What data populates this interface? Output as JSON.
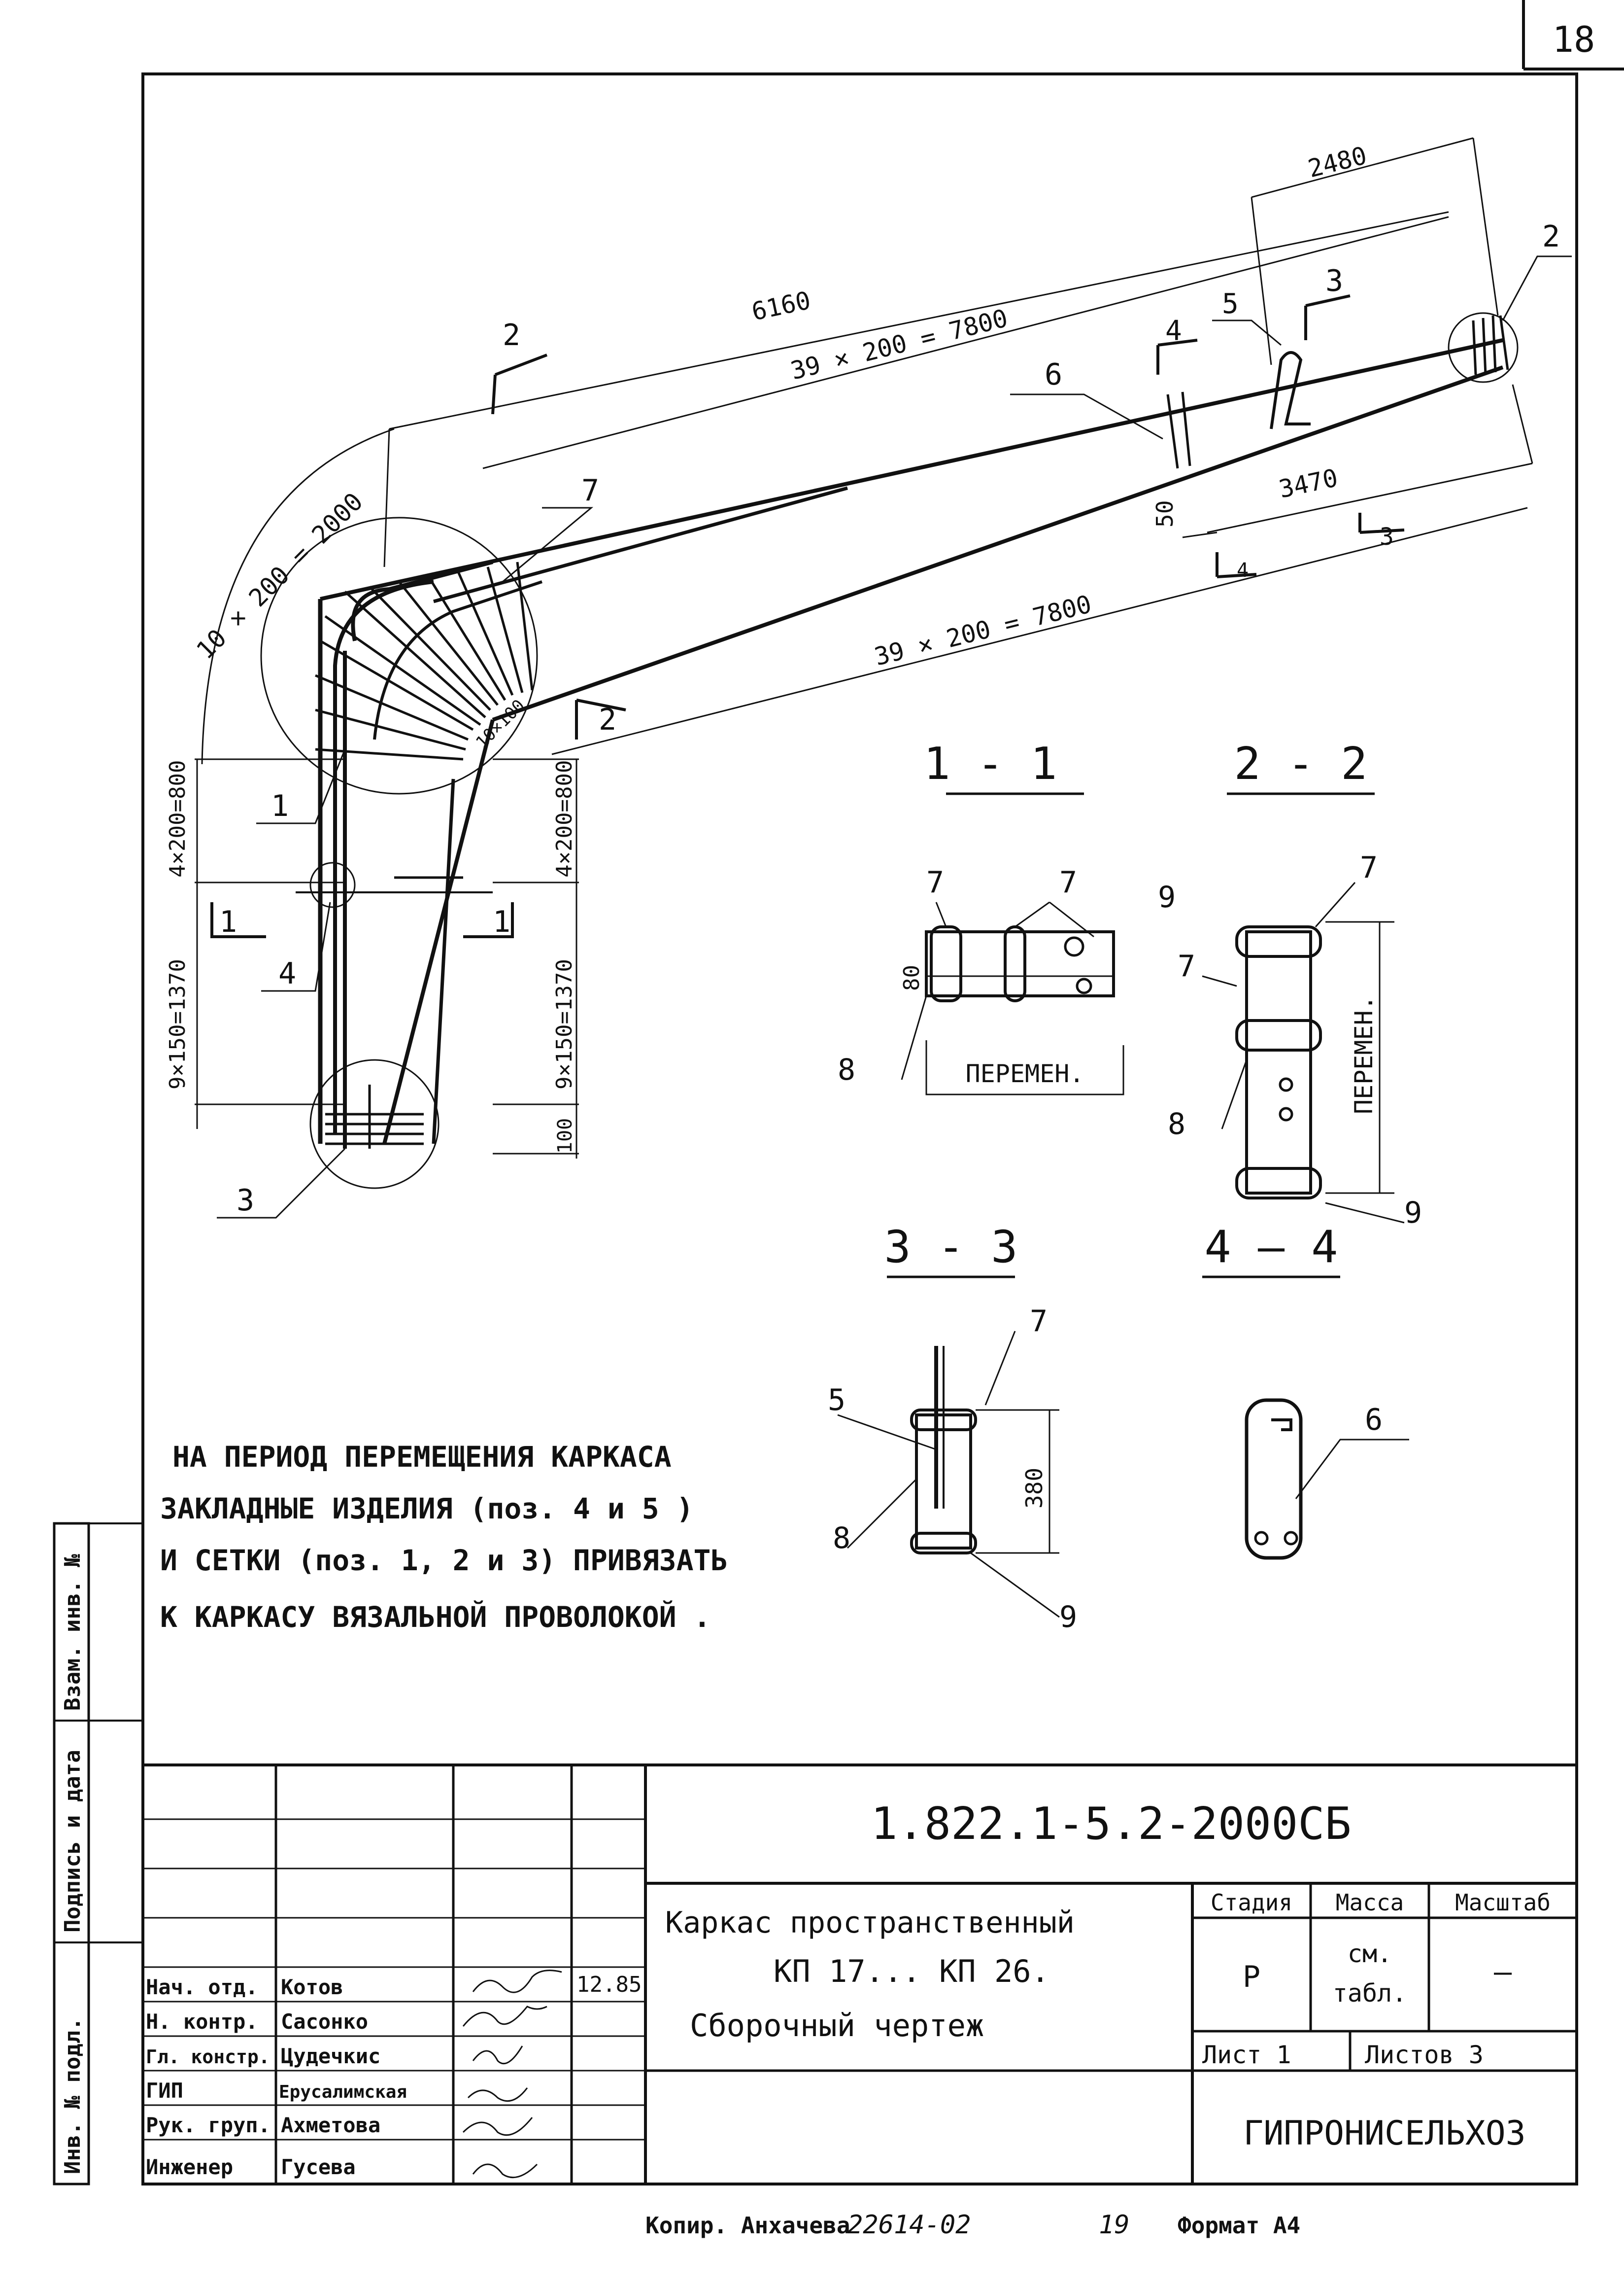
{
  "sheet_number": "18",
  "note": {
    "line1": "НА ПЕРИОД ПЕРЕМЕЩЕНИЯ КАРКАСА",
    "line2": "ЗАКЛАДНЫЕ ИЗДЕЛИЯ (поз. 4 и 5 )",
    "line3": "И СЕТКИ (поз. 1, 2 и 3) ПРИВЯЗАТЬ",
    "line4": "К КАРКАСУ ВЯЗАЛЬНОЙ ПРОВОЛОКОЙ ."
  },
  "dimensions": {
    "d2480": "2480",
    "d6160": "6160",
    "d39x200_top": "39 × 200 = 7800",
    "d39x200_bottom": "39 × 200 = 7800",
    "d3470": "3470",
    "d50": "50",
    "d10x200": "10 × 200 = 2000",
    "d10x100": "10×100",
    "d4x200_left": "4×200=800",
    "d4x200_right": "4×200=800",
    "d9x150_left": "9×150=1370",
    "d9x150_right": "9×150=1370",
    "d100": "100"
  },
  "callouts": {
    "c1": "1",
    "c2": "2",
    "c3": "3",
    "c4": "4",
    "c5": "5",
    "c6": "6",
    "c7": "7"
  },
  "section_marks": {
    "s2_top": "2",
    "s2_low": "2",
    "s3": "3",
    "s3_low": "3",
    "s4": "4",
    "s4_low": "4",
    "s1_left": "1",
    "s1_right": "1"
  },
  "sections": {
    "s11": {
      "title": "1 - 1",
      "c7a": "7",
      "c7b": "7",
      "c9": "9",
      "c8": "8",
      "d80": "80",
      "width": "ПЕРЕМЕН."
    },
    "s22": {
      "title": "2 - 2",
      "c7a": "7",
      "c7b": "7",
      "c8": "8",
      "c9": "9",
      "height": "ПЕРЕМЕН."
    },
    "s33": {
      "title": "3 - 3",
      "c7": "7",
      "c5": "5",
      "c8": "8",
      "c9": "9",
      "d380": "380"
    },
    "s44": {
      "title": "4 — 4",
      "c6": "6"
    }
  },
  "side_stamp": {
    "inv_podl": "Инв. № подл.",
    "podpis": "Подпись и дата",
    "vzam": "Взам. инв. №"
  },
  "title_block": {
    "code": "1.822.1-5.2-2000СБ",
    "title1": "Каркас пространственный",
    "title2": "КП 17... КП 26.",
    "title3": "Сборочный чертеж",
    "stage_h": "Стадия",
    "mass_h": "Масса",
    "scale_h": "Масштаб",
    "stage": "Р",
    "mass1": "см.",
    "mass2": "табл.",
    "scale": "—",
    "sheet": "Лист 1",
    "sheets": "Листов 3",
    "org": "ГИПРОНИСЕЛЬХОЗ",
    "date": "12.85",
    "roles": [
      "Нач. отд.",
      "Н. контр.",
      "Гл. констр.",
      "ГИП",
      "Рук. груп.",
      "Инженер"
    ],
    "names": [
      "Котов",
      "Сасонко",
      "Цудечкис",
      "Ерусалимская",
      "Ахметова",
      "Гусева"
    ]
  },
  "footer": {
    "copied": "Копир. Анхачева",
    "order": "22614-02",
    "page": "19",
    "format": "Формат А4"
  }
}
